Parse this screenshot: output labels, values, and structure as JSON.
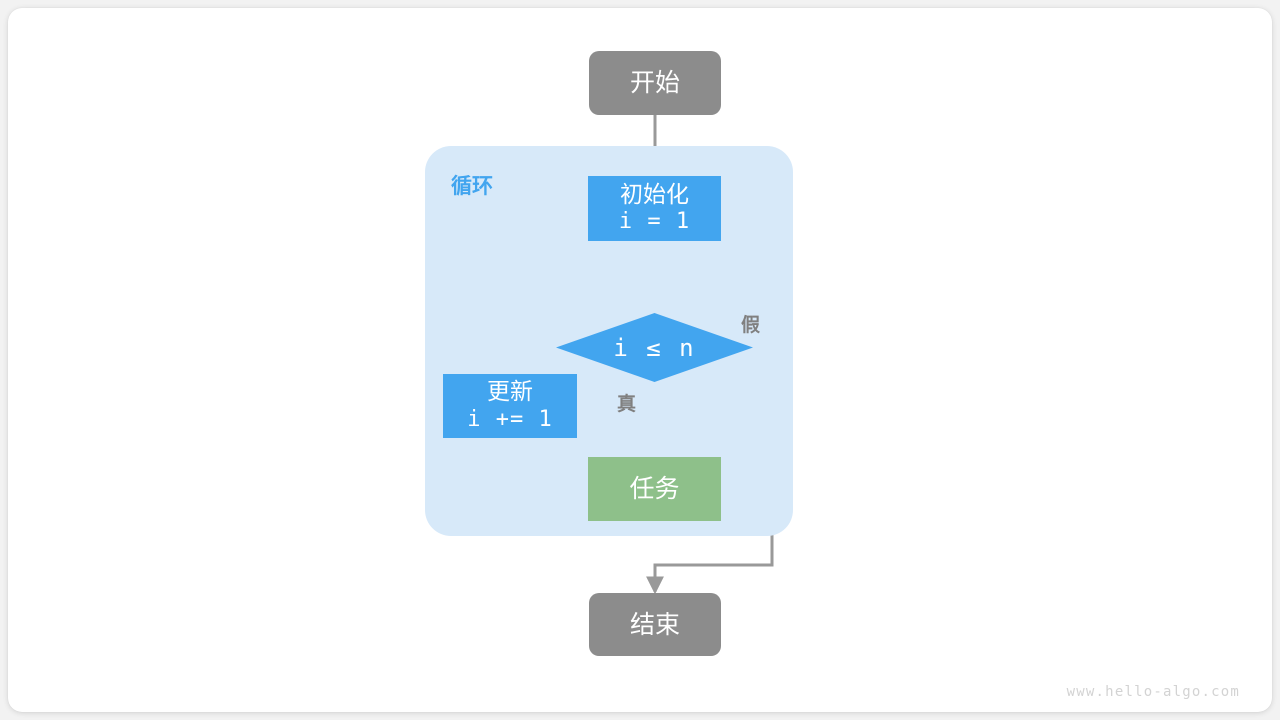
{
  "diagram": {
    "title": "for-loop-flowchart",
    "watermark": "www.hello-algo.com",
    "colors": {
      "start_end_fill": "#8c8c8c",
      "process_fill": "#42a5ef",
      "task_fill": "#8ec08a",
      "loop_container_fill": "#d7e9f9",
      "loop_label_color": "#42a5ef",
      "edge_color": "#999999",
      "edge_label_color": "#808080",
      "page_bg": "#ffffff"
    },
    "nodes": {
      "start": {
        "label": "开始"
      },
      "init": {
        "label": "初始化",
        "code": "i = 1"
      },
      "condition": {
        "label": "i ≤ n"
      },
      "update": {
        "label": "更新",
        "code": "i += 1"
      },
      "task": {
        "label": "任务"
      },
      "end": {
        "label": "结束"
      }
    },
    "loop_container": {
      "label": "循环"
    },
    "edge_labels": {
      "true_branch": "真",
      "false_branch": "假"
    }
  }
}
